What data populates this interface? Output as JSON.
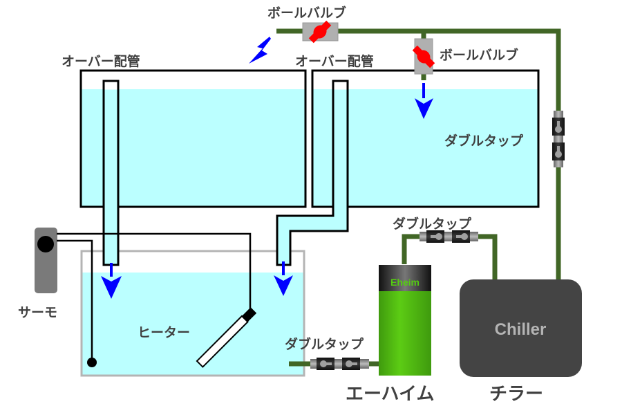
{
  "diagram": {
    "title": "Aquarium chiller / Eheim plumbing diagram",
    "colors": {
      "water": "#bbffff",
      "pipe_green": "#416626",
      "arrow_blue": "#0000ff",
      "valve_red": "#ff0000",
      "valve_body": "#b0b0b0",
      "chiller_body": "#444444",
      "eheim_green": "#55cc11",
      "thermostat_gray": "#7a7a7a",
      "label_text": "#404040"
    },
    "labels": {
      "ball_valve_top": "ボールバルブ",
      "ball_valve_right": "ボールバルブ",
      "overflow_left": "オーバー配管",
      "overflow_right": "オーバー配管",
      "double_tap_right": "ダブルタップ",
      "double_tap_middle": "ダブルタップ",
      "double_tap_bottom": "ダブルタップ",
      "thermostat": "サーモ",
      "heater": "ヒーター",
      "eheim": "エーハイム",
      "chiller": "チラー",
      "eheim_brand": "Eheim",
      "chiller_brand": "Chiller"
    }
  }
}
